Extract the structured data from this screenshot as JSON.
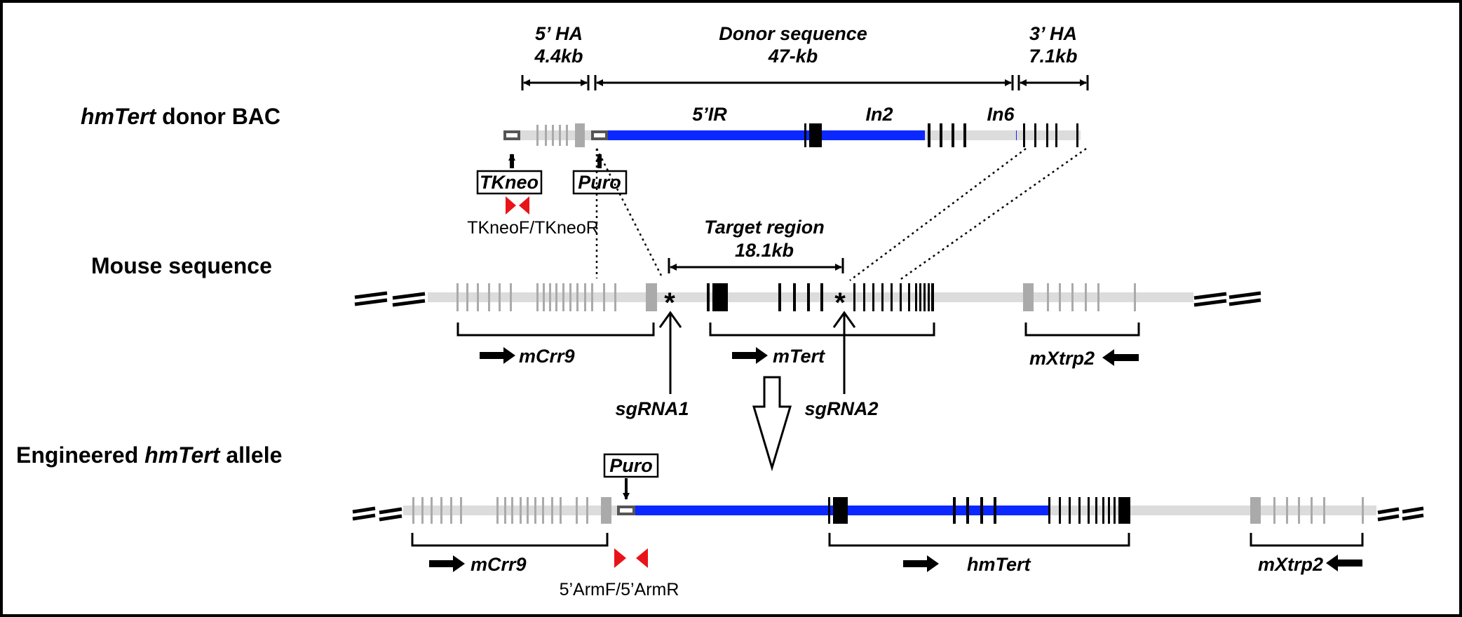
{
  "labels": {
    "ha5_name": "5’ HA",
    "ha5_size": "4.4kb",
    "donor_name": "Donor sequence",
    "donor_size": "47-kb",
    "ha3_name": "3’ HA",
    "ha3_size": "7.1kb",
    "bac_title_italic": "hmTert",
    "bac_title_rest": " donor BAC",
    "ir5": "5’IR",
    "in2": "In2",
    "in6": "In6",
    "tkneo": "TKneo",
    "puro": "Puro",
    "tkneo_primers": "TKneoF/TKneoR",
    "target_name": "Target region",
    "target_size": "18.1kb",
    "mouse_title": "Mouse sequence",
    "asterisk": "*",
    "mcrr9": "mCrr9",
    "mtert": "mTert",
    "mxtrp2": "mXtrp2",
    "sgrna1": "sgRNA1",
    "sgrna2": "sgRNA2",
    "eng_title_pre": "Engineered ",
    "eng_title_italic": "hmTert",
    "eng_title_post": " allele",
    "puro2": "Puro",
    "arm_primers": "5’ArmF/5’ArmR",
    "mcrr9_b": "mCrr9",
    "hmtert": "hmTert",
    "mxtrp2_b": "mXtrp2"
  },
  "colors": {
    "backbone": "#dcdcdc",
    "human_segment": "#0a28ff",
    "exon_black": "#000000",
    "exon_gray": "#aaaaaa",
    "primer_red": "#e8141a",
    "frame": "#000000"
  }
}
